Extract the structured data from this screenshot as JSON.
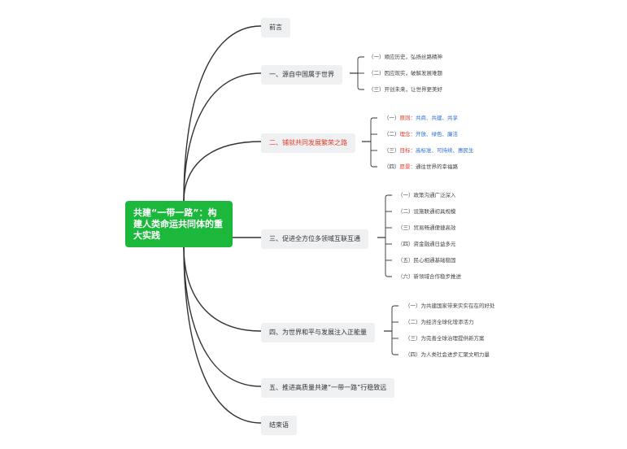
{
  "root": {
    "title": "共建“一带一路”：构建人类命运共同体的重大实践"
  },
  "sections": [
    {
      "label": "前言",
      "children": []
    },
    {
      "label": "一、源自中国属于世界",
      "children": [
        {
          "text": "（一）顺应历史，弘扬丝路精神"
        },
        {
          "text": "（二）因应现实，破解发展难题"
        },
        {
          "text": "（三）开创未来，让世界更美好"
        }
      ]
    },
    {
      "label": "二、铺就共同发展繁荣之路",
      "highlight": true,
      "children": [
        {
          "prefix": "（一）",
          "key": "原则",
          "value": "共商、共建、共享"
        },
        {
          "prefix": "（二）",
          "key": "理念",
          "value": "开放、绿色、廉洁"
        },
        {
          "prefix": "（三）",
          "key": "目标",
          "value": "高标准、可持续、惠民生"
        },
        {
          "prefix": "（四）",
          "key": "愿景",
          "value": "通往世界的幸福路"
        }
      ]
    },
    {
      "label": "三、促进全方位多领域互联互通",
      "children": [
        {
          "text": "（一）政策沟通广泛深入"
        },
        {
          "text": "（二）设施联通初具规模"
        },
        {
          "text": "（三）贸易畅通便捷高效"
        },
        {
          "text": "（四）资金融通日益多元"
        },
        {
          "text": "（五）民心相通基础稳固"
        },
        {
          "text": "（六）新领域合作稳步推进"
        }
      ]
    },
    {
      "label": "四、为世界和平与发展注入正能量",
      "children": [
        {
          "text": "（一）为共建国家带来实实在在的好处"
        },
        {
          "text": "（二）为经济全球化增添活力"
        },
        {
          "text": "（三）为完善全球治理提供新方案"
        },
        {
          "text": "（四）为人类社会进步汇聚文明力量"
        }
      ]
    },
    {
      "label": "五、推进高质量共建“一带一路”行稳致远",
      "children": []
    },
    {
      "label": "结束语",
      "children": []
    }
  ],
  "colors": {
    "root": "#1cb83b",
    "highlight": "#e03b2a",
    "accent": "#2f6fd6",
    "line": "#333333",
    "node_bg": "#eef0f2"
  }
}
